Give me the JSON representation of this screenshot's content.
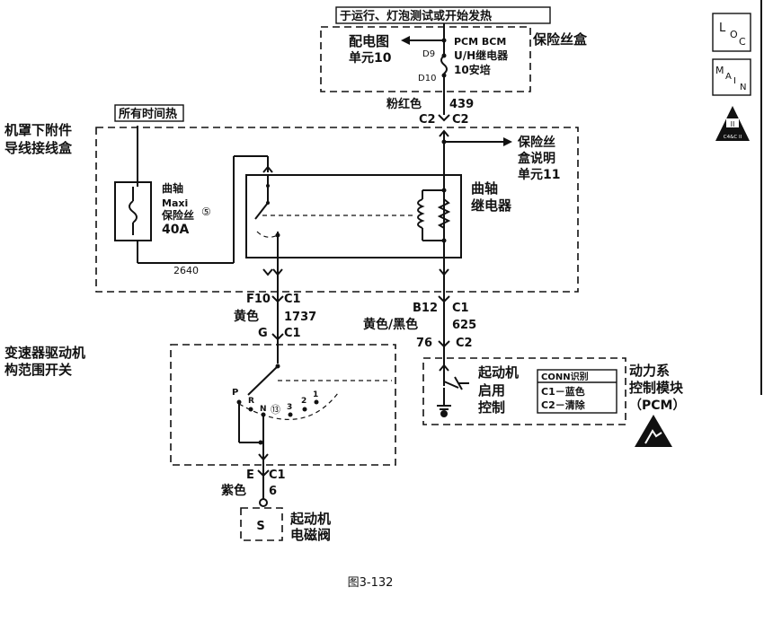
{
  "top_condition": "于运行、灯泡测试或开始发热",
  "always_hot": "所有时间热",
  "fuse_box": {
    "title": "保险丝盒",
    "dist_line1": "配电图",
    "dist_line2": "单元10",
    "pcm_bcm": "PCM BCM",
    "relay": "U/H继电器",
    "amp": "10安培",
    "pin_d9": "D9",
    "pin_d10": "D10"
  },
  "wire_top": {
    "color": "粉红色",
    "number": "439",
    "conn_left": "C2",
    "conn_right": "C2"
  },
  "fuse_note": {
    "line1": "保险丝",
    "line2": "盒说明",
    "line3": "单元11"
  },
  "junction_block": {
    "line1": "机罩下附件",
    "line2": "导线接线盒"
  },
  "maxi_fuse": {
    "line1": "曲轴",
    "line2": "Maxi",
    "line3": "保险丝",
    "note_mark": "⑤",
    "rating": "40A"
  },
  "wire_2640": "2640",
  "crank_relay": {
    "line1": "曲轴",
    "line2": "继电器"
  },
  "left_wire": {
    "pin": "F10",
    "conn": "C1",
    "color": "黄色",
    "number": "1737",
    "pin2": "G",
    "conn2": "C1"
  },
  "right_wire": {
    "pin": "B12",
    "conn": "C1",
    "color": "黄色/黑色",
    "number": "625",
    "pin2": "76",
    "conn2": "C2"
  },
  "range_switch": {
    "line1": "变速器驱动机",
    "line2": "构范围开关",
    "p": "P",
    "r": "R",
    "n": "N",
    "mark": "⑬",
    "d3": "3",
    "d2": "2",
    "d1": "1"
  },
  "starter_enable": {
    "line1": "起动机",
    "line2": "启用",
    "line3": "控制"
  },
  "conn_id": {
    "title": "CONN识别",
    "c1": "C1－蓝色",
    "c2": "C2－清除"
  },
  "pcm": {
    "line1": "动力系",
    "line2": "控制模块",
    "line3": "（PCM）"
  },
  "bottom_wire": {
    "pin": "E",
    "conn": "C1",
    "color": "紫色",
    "number": "6"
  },
  "solenoid": {
    "symbol": "S",
    "line1": "起动机",
    "line2": "电磁阀"
  },
  "side_icons": {
    "loc": "LOC",
    "main": "MAIN",
    "badge_top": "II",
    "badge_bottom": "C4&C II"
  },
  "caption": "图3-132"
}
